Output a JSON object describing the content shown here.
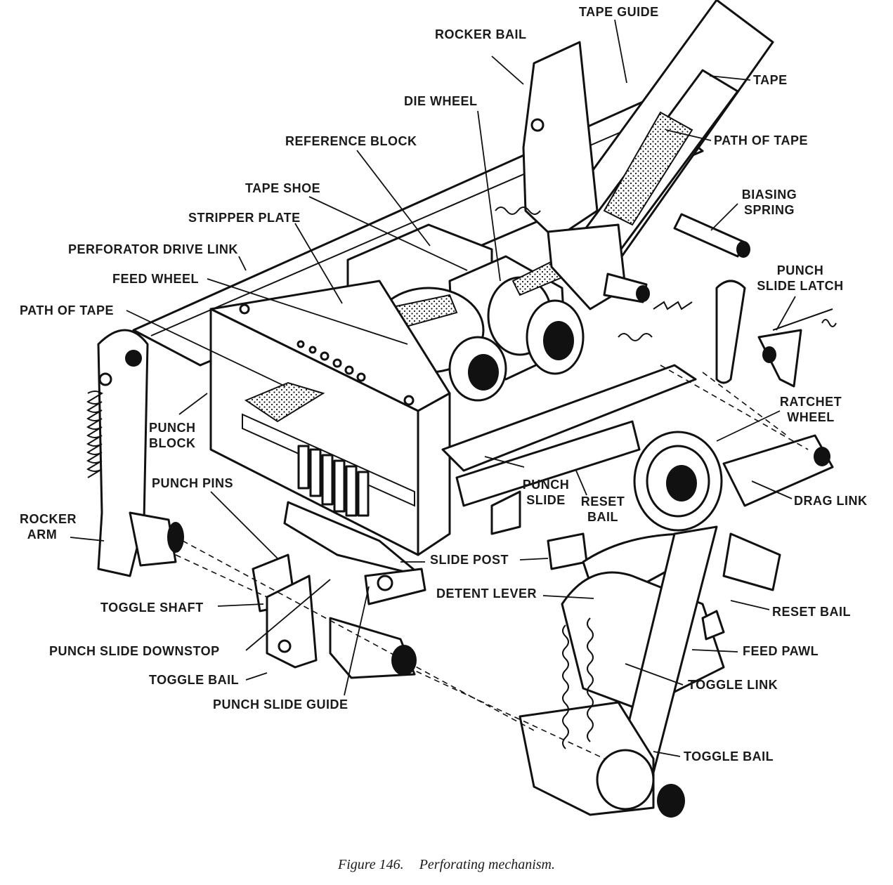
{
  "figure": {
    "number": "Figure 146.",
    "title": "Perforating mechanism."
  },
  "labels": {
    "tape_guide": "TAPE GUIDE",
    "rocker_bail": "ROCKER BAIL",
    "tape": "TAPE",
    "die_wheel": "DIE WHEEL",
    "path_of_tape_top": "PATH OF TAPE",
    "reference_block": "REFERENCE BLOCK",
    "biasing_spring_1": "BIASING",
    "biasing_spring_2": "SPRING",
    "tape_shoe": "TAPE SHOE",
    "stripper_plate": "STRIPPER PLATE",
    "perforator_drive_link": "PERFORATOR DRIVE LINK",
    "punch_slide_latch_1": "PUNCH",
    "punch_slide_latch_2": "SLIDE LATCH",
    "feed_wheel": "FEED WHEEL",
    "path_of_tape_left": "PATH OF TAPE",
    "ratchet_wheel_1": "RATCHET",
    "ratchet_wheel_2": "WHEEL",
    "punch_block_1": "PUNCH",
    "punch_block_2": "BLOCK",
    "punch_pins": "PUNCH PINS",
    "punch_slide_1": "PUNCH",
    "punch_slide_2": "SLIDE",
    "reset_bail_center_1": "RESET",
    "reset_bail_center_2": "BAIL",
    "drag_link": "DRAG LINK",
    "rocker_arm_1": "ROCKER",
    "rocker_arm_2": "ARM",
    "slide_post": "SLIDE POST",
    "detent_lever": "DETENT LEVER",
    "reset_bail_right": "RESET BAIL",
    "toggle_shaft": "TOGGLE SHAFT",
    "punch_slide_downstop": "PUNCH SLIDE DOWNSTOP",
    "feed_pawl": "FEED PAWL",
    "toggle_bail_left": "TOGGLE BAIL",
    "toggle_link": "TOGGLE LINK",
    "punch_slide_guide": "PUNCH SLIDE GUIDE",
    "toggle_bail_right": "TOGGLE BAIL"
  }
}
